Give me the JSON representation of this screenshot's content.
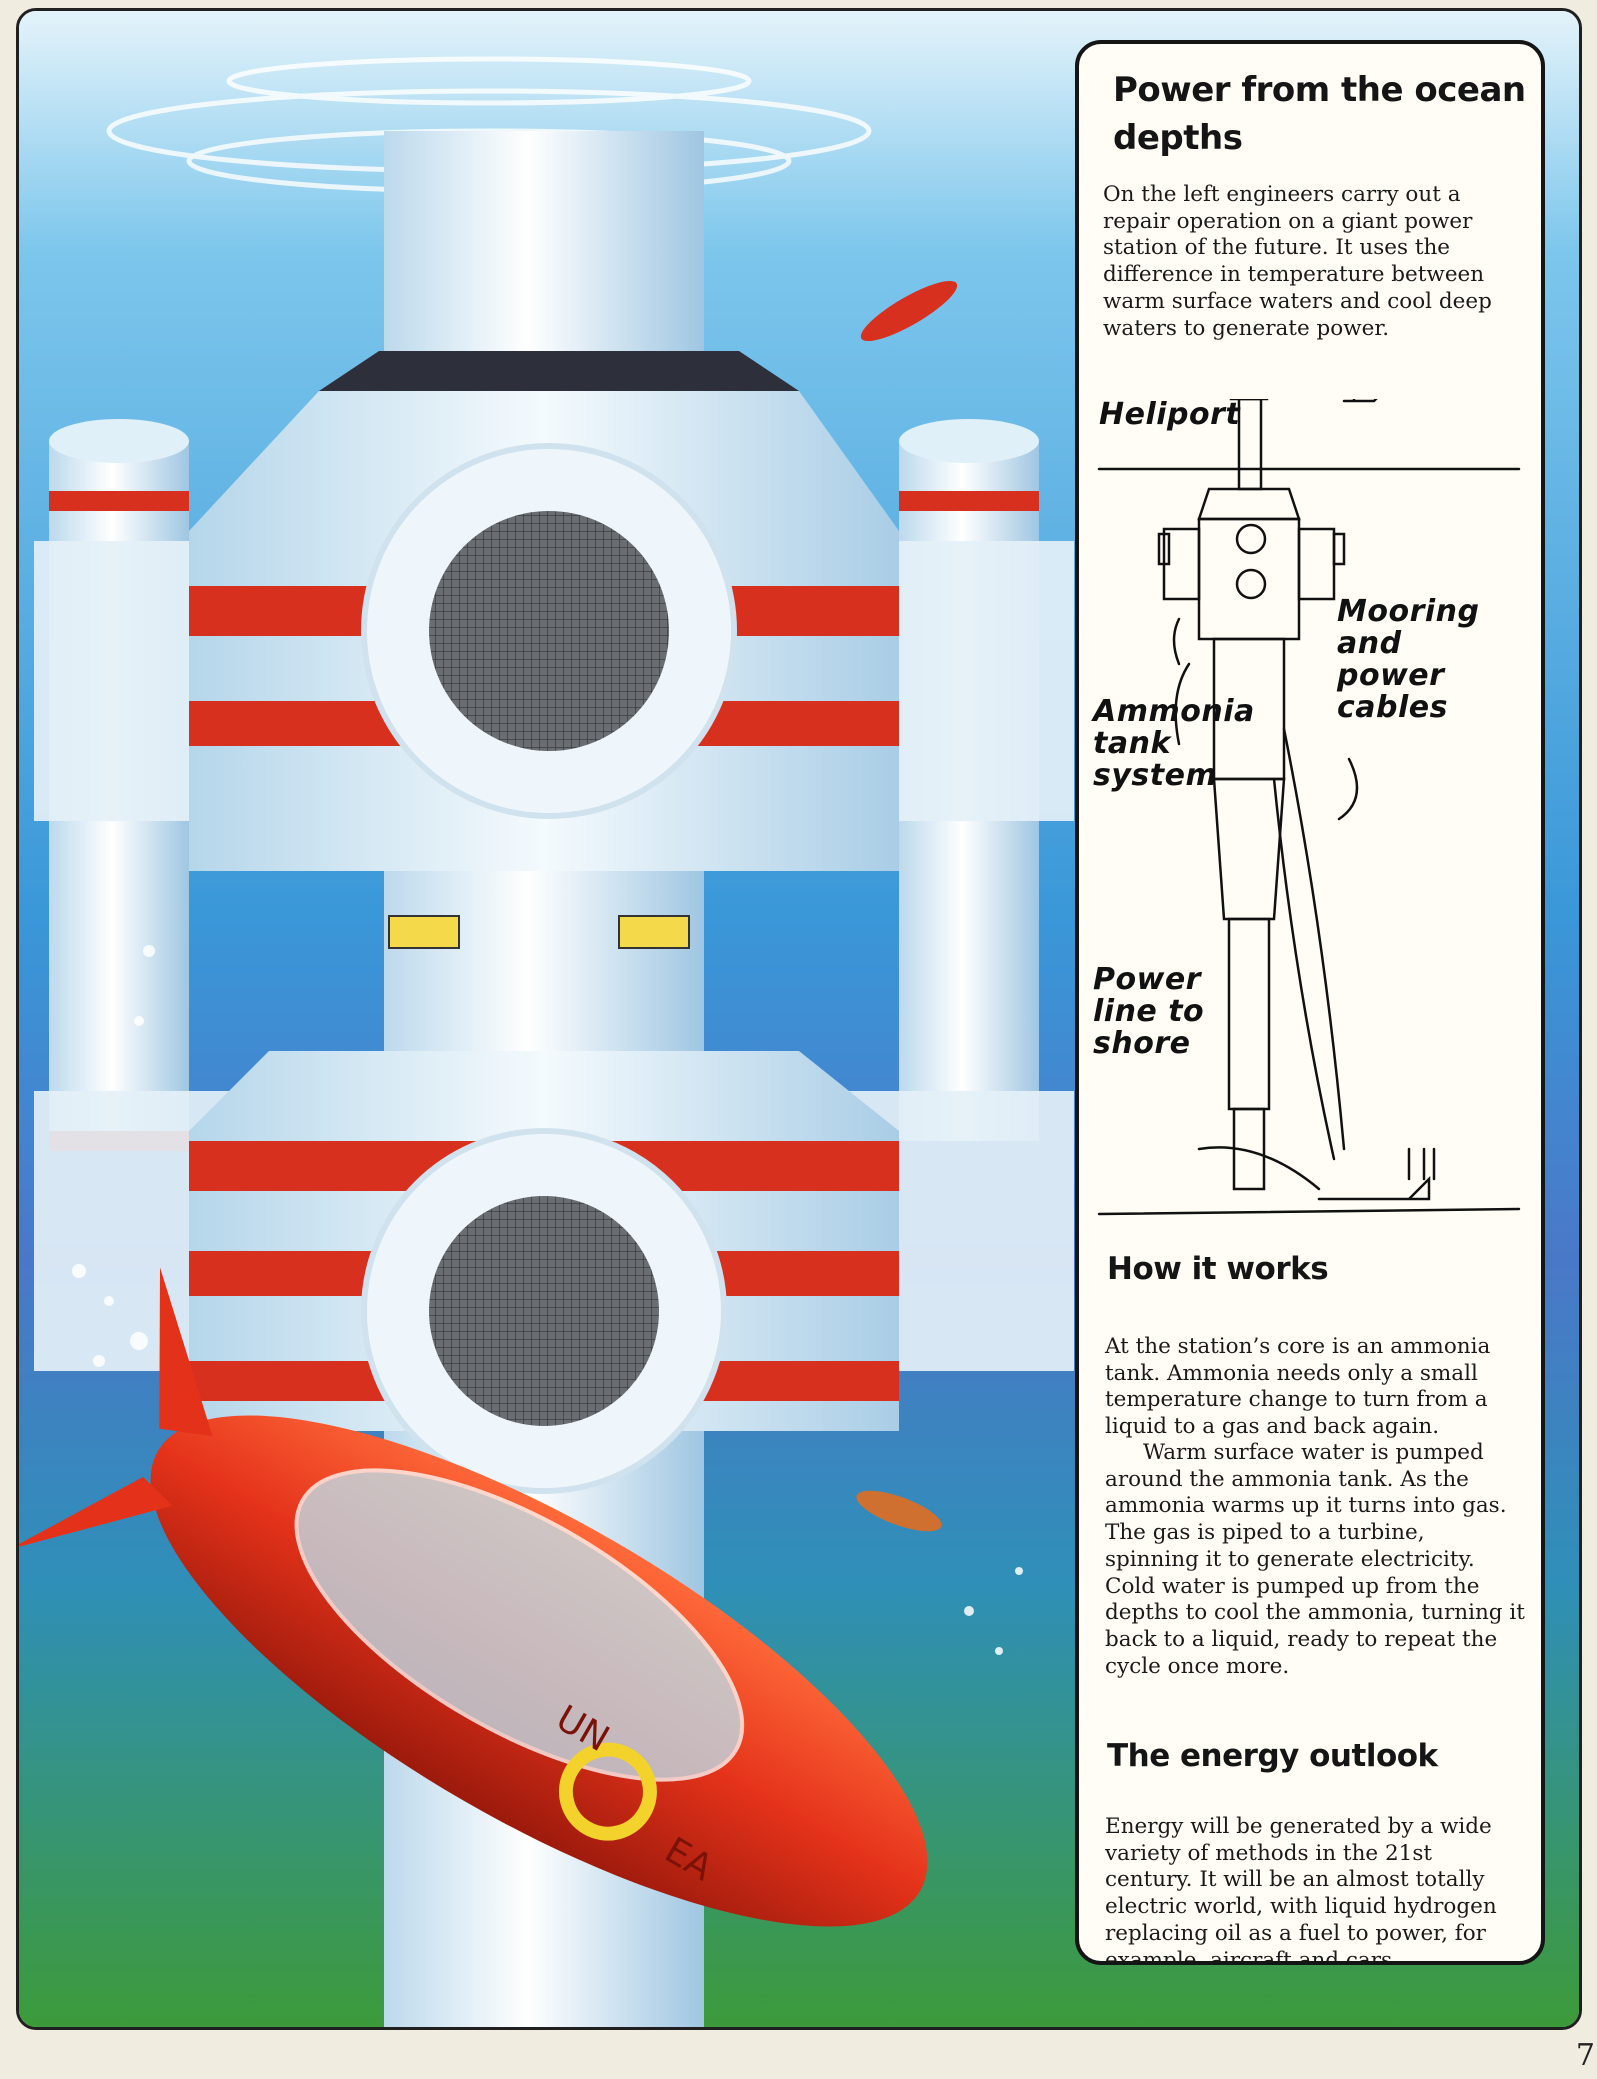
{
  "illustration": {
    "description_label": "",
    "submarine_markings": [
      "UN",
      "EA"
    ]
  },
  "panel": {
    "title": "Power from the ocean depths",
    "intro": "On the left engineers carry out a repair operation on a giant power station of the future. It uses the difference in temperature between warm surface waters and cool deep waters to generate power.",
    "diagram_labels": {
      "heliport": "Heliport",
      "mooring": "Mooring\nand\npower\ncables",
      "ammonia": "Ammonia\ntank\nsystem",
      "power_line": "Power\nline to\nshore"
    },
    "section2_title": "How it works",
    "section2_p1": "At the station’s core is an ammonia tank. Ammonia needs only a small temperature change to turn from a liquid to a gas and back again.",
    "section2_p2": "Warm surface water is pumped around the ammonia tank. As the ammonia warms up it turns into gas. The gas is piped to a turbine, spinning it to generate electricity. Cold water is pumped up from the depths to cool the ammonia, turning it back to a liquid, ready to repeat the cycle once more.",
    "section3_title": "The energy outlook",
    "section3_p1": "Energy will be generated by a wide variety of methods in the 21st century. It will be an almost totally electric world, with liquid hydrogen replacing oil as a fuel to power, for example, aircraft and cars."
  },
  "page_number": "7",
  "colors": {
    "sea_top": "#cfe8f4",
    "sea_mid": "#3f9ed9",
    "sea_bottom": "#3a8f3c",
    "station_white": "#e8f2f8",
    "stripe_red": "#d8301f",
    "sub_red": "#e03a1c"
  }
}
